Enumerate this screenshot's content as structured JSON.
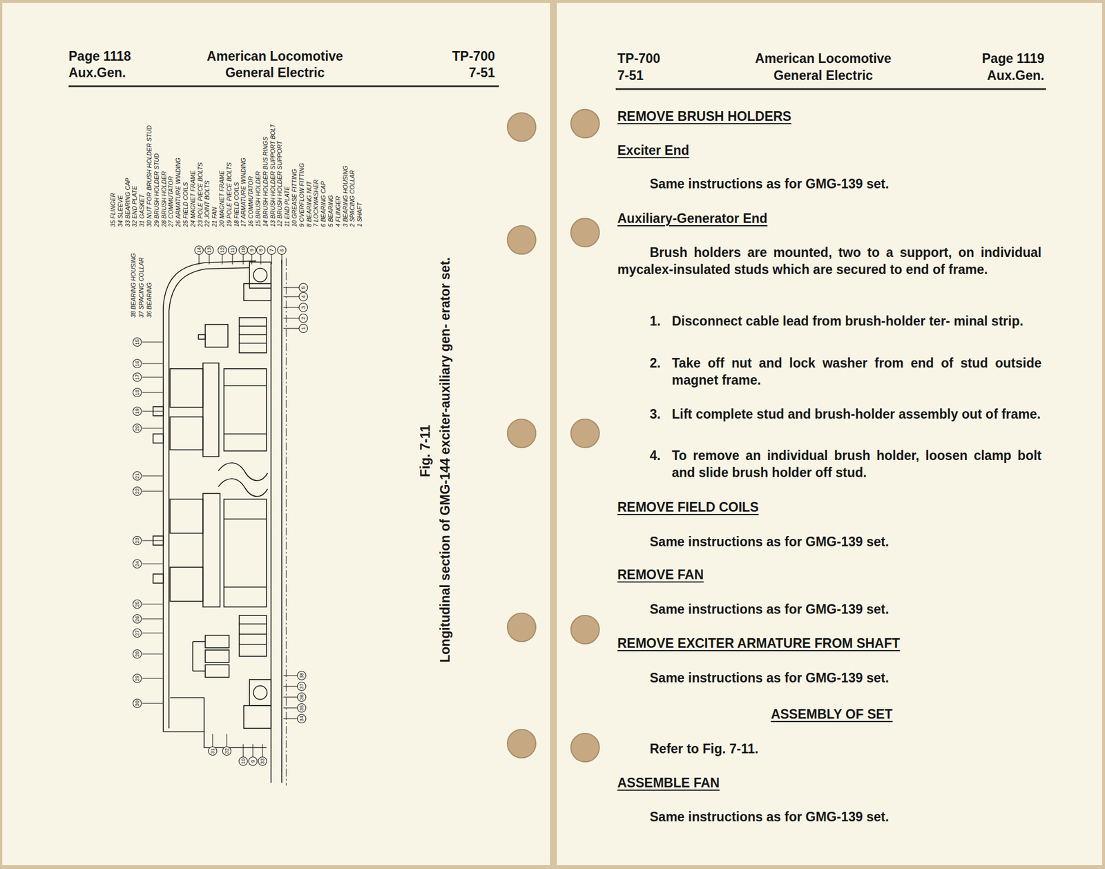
{
  "diagram": {
    "caption": "Longitudinal section of GMG-144 exciter-auxiliary gen- erator set.",
    "labels": [
      "Page 1118",
      "Aux.Gen.",
      "American Locomotive",
      "General Electric",
      "TP-700",
      "7-51",
      "TP-700",
      "7-51",
      "American Locomotive",
      "General Electric",
      "Page 1119",
      "Aux.Gen.",
      "35 FLINGER",
      "34 SLEEVE",
      "33 BEARING CAP",
      "32 END PLATE",
      "31 GASKET",
      "30 NUT FOR BRUSH HOLDER STUD",
      "29 BRUSH HOLDER STUD",
      "28 BRUSH HOLDER",
      "27 COMMUTATOR",
      "26 ARMATURE WINDING",
      "25 FIELD COILS",
      "24 MAGNET FRAME",
      "23 POLE PIECE BOLTS",
      "22 JOINT BOLTS",
      "21 FAN",
      "20 MAGNET FRAME",
      "19 POLE PIECE BOLTS",
      "18 FIELD COILS",
      "17 ARMATURE WINDING",
      "16 COMMUTATOR",
      "15 BRUSH HOLDER",
      "14 BRUSH HOLDER BUS RINGS",
      "13 BRUSH HOLDER SUPPORT BOLT",
      "12 BRUSH HOLDER SUPPORT",
      "11 END PLATE",
      "10 GREASE FITTING",
      "9 OVERFLOW FITTING",
      "8 BEARING NUT",
      "7 LOCKWASHER",
      "6 BEARING CAP",
      "5 BEARING",
      "4 FLINGER",
      "3 BEARING HOUSING",
      "2 SPACING COLLAR",
      "1 SHAFT",
      "38 BEARING HOUSING",
      "37 SPACING COLLAR",
      "36 BEARING",
      "15",
      "16",
      "17",
      "18",
      "19",
      "20",
      "21",
      "22",
      "23",
      "24",
      "25",
      "26",
      "27",
      "28",
      "29",
      "30",
      "14",
      "13",
      "12",
      "11",
      "10",
      "9",
      "8",
      "7",
      "6",
      "5",
      "4",
      "3",
      "2",
      "1",
      "38",
      "37",
      "36",
      "35",
      "34",
      "31",
      "32",
      "10",
      "9",
      "33",
      "Fig. 7-11",
      "REMOVE BRUSH HOLDERS",
      "Exciter End",
      "Same instructions as for GMG-139 set.",
      "Auxiliary-Generator End",
      "Brush holders are mounted, two to a support, on individual mycalex-insulated studs which are secured to end of frame.",
      "1.",
      "Disconnect cable lead from brush-holder ter- minal strip.",
      "2.",
      "Take off nut and lock washer from end of stud outside magnet frame.",
      "3.",
      "Lift complete stud and brush-holder assembly out of frame.",
      "4.",
      "To remove an individual brush holder, loosen clamp bolt and slide brush holder off stud.",
      "REMOVE FIELD COILS",
      "Same instructions as for GMG-139 set.",
      "REMOVE FAN",
      "Same instructions as for GMG-139 set.",
      "REMOVE EXCITER ARMATURE FROM SHAFT",
      "Same instructions as for GMG-139 set.",
      "ASSEMBLY OF SET",
      "Refer to Fig. 7-11.",
      "ASSEMBLE FAN",
      "Same instructions as for GMG-139 set."
    ]
  }
}
